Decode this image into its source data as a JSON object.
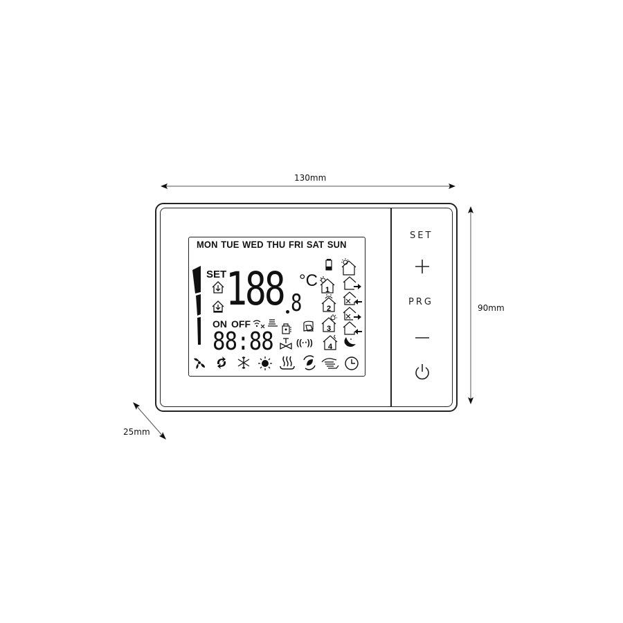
{
  "dimensions": {
    "width_label": "130mm",
    "height_label": "90mm",
    "depth_label": "25mm"
  },
  "lcd": {
    "days": [
      "MON",
      "TUE",
      "WED",
      "THU",
      "FRI",
      "SAT",
      "SUN"
    ],
    "set_label": "SET",
    "main_temp": "188",
    "decimal": "8",
    "unit": "°C",
    "on_label": "ON",
    "off_label": "OFF",
    "clock": "88:88",
    "program_numbers": [
      "1",
      "2",
      "3",
      "4"
    ],
    "bottom_icons": [
      "fan-icon",
      "cycle-icon",
      "snowflake-icon",
      "sun-icon",
      "heating-icon",
      "eco-leaf-icon",
      "hand-manual-icon",
      "clock-icon"
    ]
  },
  "buttons": {
    "set": "SET",
    "plus": "+",
    "prg": "PRG",
    "minus": "—",
    "power": "power"
  }
}
